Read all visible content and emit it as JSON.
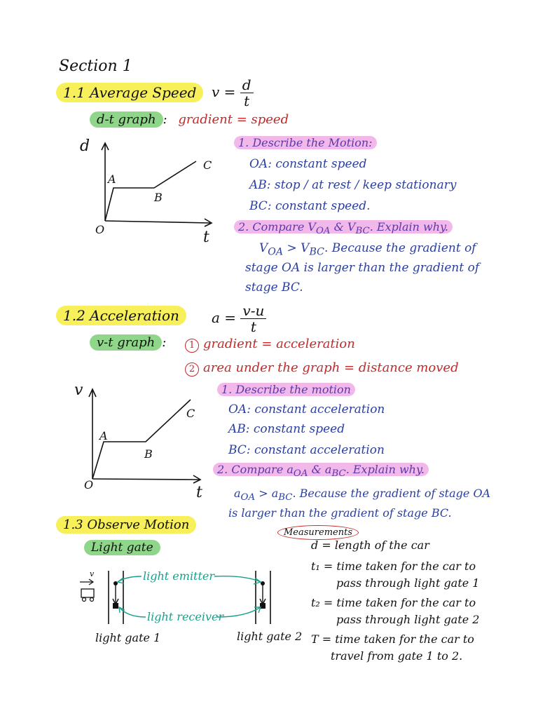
{
  "section_title": "Section 1",
  "s11": {
    "heading": "1.1 Average Speed",
    "formula_lhs": "v =",
    "formula_num": "d",
    "formula_den": "t",
    "graph_tag": "d-t graph",
    "graph_colon": ":",
    "graph_rule": "gradient = speed",
    "axis_y": "d",
    "axis_x": "t",
    "origin": "O",
    "pt_a": "A",
    "pt_b": "B",
    "pt_c": "C",
    "q1": "1. Describe the Motion:",
    "oa": "OA: constant speed",
    "ab": "AB: stop / at rest / keep stationary",
    "bc": "BC: constant speed.",
    "q2": "2. Compare V",
    "q2_sub1": "OA",
    "q2_mid": " & V",
    "q2_sub2": "BC",
    "q2_end": ". Explain why.",
    "ans_line1": "V",
    "ans_sub1": "OA",
    "ans_mid": " > V",
    "ans_sub2": "BC",
    "ans_rest": ". Because the gradient of",
    "ans_line2": "stage OA is larger than the gradient of",
    "ans_line3": "stage BC."
  },
  "s12": {
    "heading": "1.2 Acceleration",
    "formula_lhs": "a =",
    "formula_num": "v-u",
    "formula_den": "t",
    "graph_tag": "v-t graph",
    "graph_colon": ":",
    "rule1_num": "1",
    "rule1": "gradient = acceleration",
    "rule2_num": "2",
    "rule2": "area under the graph = distance moved",
    "axis_y": "v",
    "axis_x": "t",
    "origin": "O",
    "pt_a": "A",
    "pt_b": "B",
    "pt_c": "C",
    "q1": "1. Describe the motion",
    "oa": "OA: constant acceleration",
    "ab": "AB: constant speed",
    "bc": "BC: constant acceleration",
    "q2": "2. Compare a",
    "q2_sub1": "OA",
    "q2_mid": " & a",
    "q2_sub2": "BC",
    "q2_end": ". Explain why.",
    "ans_pre": "a",
    "ans_sub1": "OA",
    "ans_mid": " > a",
    "ans_sub2": "BC",
    "ans_rest": ". Because the gradient of stage OA",
    "ans_line2": "is larger than the gradient of stage BC."
  },
  "s13": {
    "heading": "1.3 Observe Motion",
    "sub": "Light gate",
    "emitter": "light emitter",
    "receiver": "light receiver",
    "velocity": "v",
    "gate1": "light gate 1",
    "gate2": "light gate 2",
    "bubble": "Measurements",
    "m1": "d = length of the car",
    "m2a": "t₁ = time taken for the car to",
    "m2b": "pass through light gate 1",
    "m3a": "t₂ = time taken for the car to",
    "m3b": "pass through light gate 2",
    "m4a": "T = time taken for the car to",
    "m4b": "travel from gate 1 to 2."
  },
  "colors": {
    "red": "#c62828",
    "blue": "#2b3f9e",
    "teal": "#1aa08a",
    "yellow_highlight": "#f7f05a",
    "green_highlight": "#8fd68a",
    "pink_highlight": "#f3b8ea"
  }
}
